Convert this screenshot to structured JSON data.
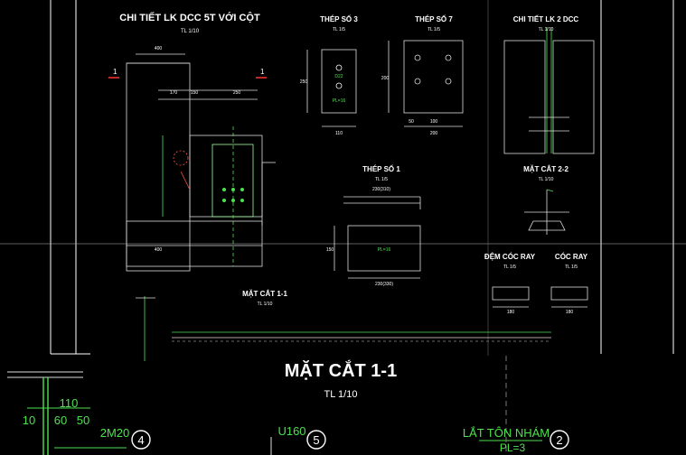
{
  "titles": {
    "main_detail": "CHI TIẾT LK DCC 5T VỚI CỘT",
    "main_detail_scale": "TL 1/10",
    "steel3": "THÉP SỐ 3",
    "steel3_scale": "TL 1/5",
    "steel7": "THÉP SỐ 7",
    "steel7_scale": "TL 1/5",
    "detail2": "CHI TIẾT LK 2 DCC",
    "detail2_scale": "TL 1/10",
    "steel1": "THÉP SỐ 1",
    "steel1_scale": "TL 1/5",
    "section22": "MẶT CẮT 2-2",
    "section22_scale": "TL 1/10",
    "washer": "ĐỆM CÓC RAY",
    "washer_scale": "TL 1/5",
    "rail_clip": "CÓC RAY",
    "rail_clip_scale": "TL 1/5",
    "section11_small": "MẶT CẮT 1-1",
    "section11_small_scale": "TL 1/10",
    "section11_big": "MẶT CẮT 1-1",
    "section11_big_scale": "TL 1/10"
  },
  "dims": {
    "d400a": "400",
    "d170": "170",
    "d150": "150",
    "d250": "250",
    "d400b": "400",
    "d50": "50",
    "d100": "100",
    "s3_110": "110",
    "s3_250": "250",
    "s3_l1": "D22",
    "s3_pl": "PL=16",
    "s7_200a": "200",
    "s7_200b": "200",
    "s7_50": "50",
    "s7_100": "100",
    "s1_230": "230(310)",
    "s1_230b": "230(330)",
    "s1_150": "150",
    "s1_pl": "PL=16",
    "w_180": "180",
    "c_180": "180",
    "big_110": "110",
    "big_10": "10",
    "big_60": "60",
    "big_50": "50"
  },
  "callouts": {
    "c_2m20": "2M20",
    "c_u160": "U160",
    "c_lat": "LẮT TÔN NHÁM",
    "c_pl3": "PL=3",
    "n4": "4",
    "n5": "5",
    "n2": "2",
    "marker1": "1",
    "marker1b": "1"
  }
}
